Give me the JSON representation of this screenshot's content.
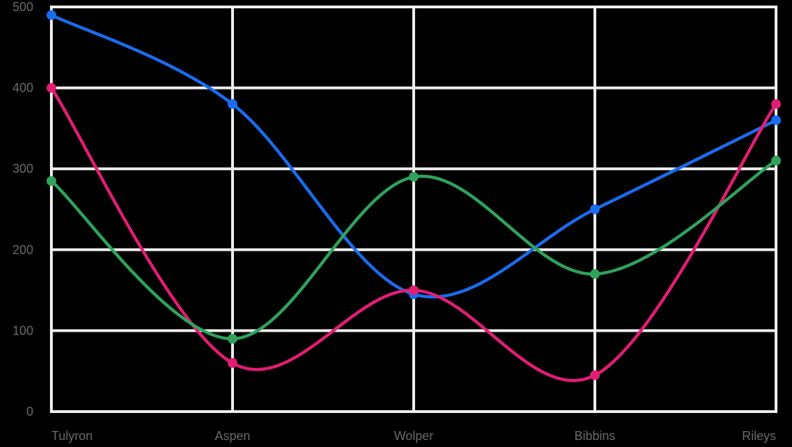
{
  "chart_data": {
    "type": "line",
    "smooth": true,
    "markers": "circle",
    "grid": true,
    "legend": "none",
    "title": "",
    "xlabel": "",
    "ylabel": "",
    "x_ticks": [
      "Tulyron",
      "Aspen",
      "Wolper",
      "Bibbins",
      "Rileys"
    ],
    "y_ticks": [
      0,
      100,
      200,
      300,
      400,
      500
    ],
    "ylim": [
      0,
      500
    ],
    "series": [
      {
        "color": "#1a6cf0",
        "values": [
          490,
          380,
          145,
          250,
          360
        ]
      },
      {
        "color": "#e11d74",
        "values": [
          400,
          60,
          150,
          45,
          380
        ]
      },
      {
        "color": "#2fa35a",
        "values": [
          285,
          90,
          290,
          170,
          310
        ]
      }
    ],
    "colors": {
      "background": "#000000",
      "grid": "#eeeeee",
      "tick_label": "#6a6a6a"
    }
  }
}
